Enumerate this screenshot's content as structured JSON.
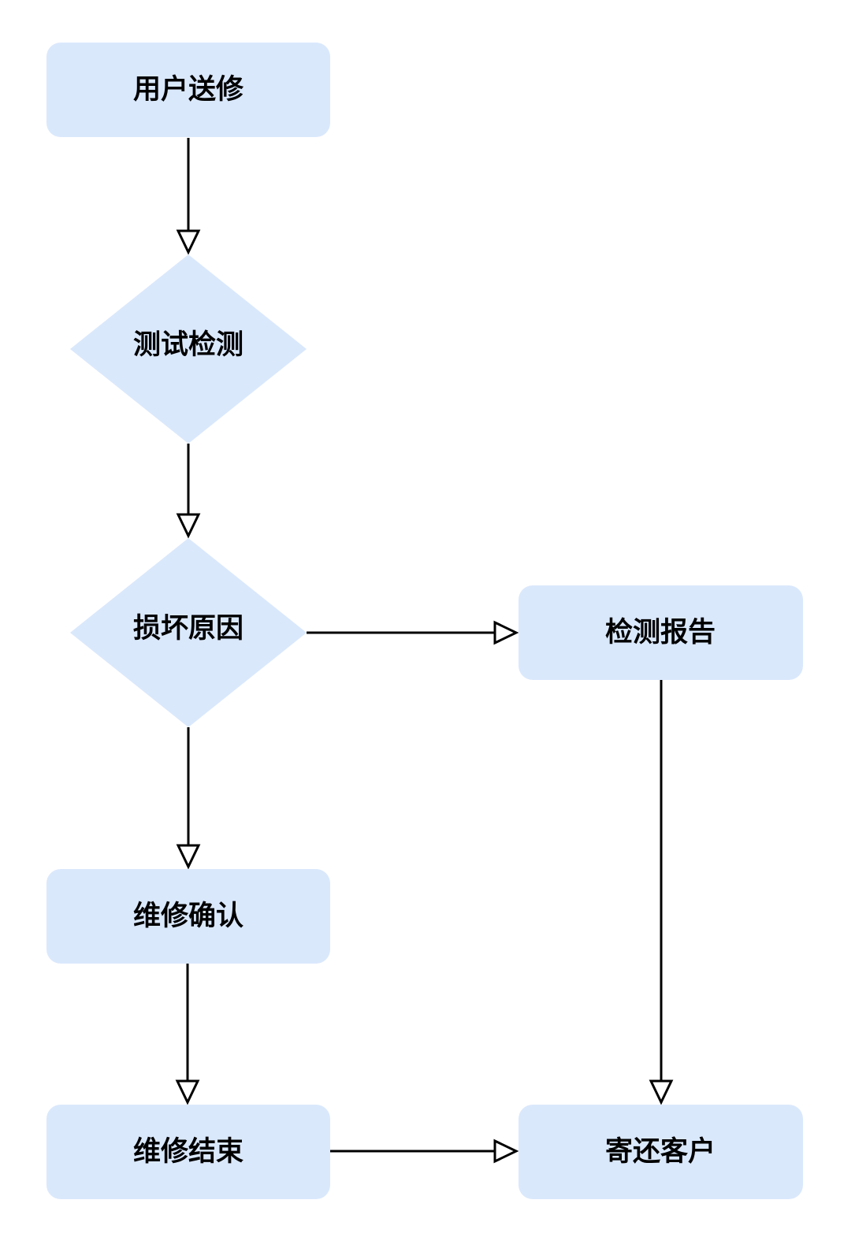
{
  "colors": {
    "node_fill": "#dae8fc",
    "line": "#000000",
    "background": "#ffffff"
  },
  "nodes": [
    {
      "id": "user-send-repair",
      "shape": "rounded-rect",
      "label": "用户送修"
    },
    {
      "id": "test-inspect",
      "shape": "diamond",
      "label": "测试检测"
    },
    {
      "id": "damage-cause",
      "shape": "diamond",
      "label": "损坏原因"
    },
    {
      "id": "inspection-report",
      "shape": "rounded-rect",
      "label": "检测报告"
    },
    {
      "id": "repair-confirm",
      "shape": "rounded-rect",
      "label": "维修确认"
    },
    {
      "id": "repair-end",
      "shape": "rounded-rect",
      "label": "维修结束"
    },
    {
      "id": "return-customer",
      "shape": "rounded-rect",
      "label": "寄还客户"
    }
  ],
  "edges": [
    {
      "from": "user-send-repair",
      "to": "test-inspect"
    },
    {
      "from": "test-inspect",
      "to": "damage-cause"
    },
    {
      "from": "damage-cause",
      "to": "inspection-report"
    },
    {
      "from": "damage-cause",
      "to": "repair-confirm"
    },
    {
      "from": "repair-confirm",
      "to": "repair-end"
    },
    {
      "from": "repair-end",
      "to": "return-customer"
    },
    {
      "from": "inspection-report",
      "to": "return-customer"
    }
  ]
}
